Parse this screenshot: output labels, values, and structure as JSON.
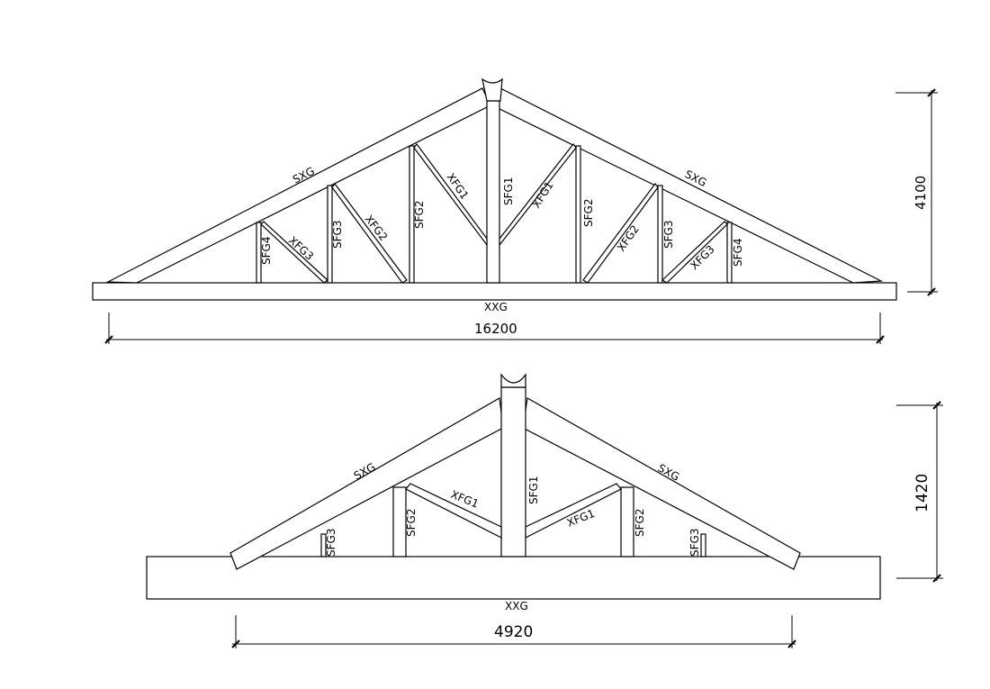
{
  "truss_large": {
    "top_chord_label": "SXG",
    "bottom_chord_label": "XXG",
    "members": [
      "SFG4",
      "XFG3",
      "SFG3",
      "XFG2",
      "SFG2",
      "XFG1",
      "SFG1",
      "XFG1",
      "SFG2",
      "XFG2",
      "SFG3",
      "XFG3",
      "SFG4"
    ],
    "span": "16200",
    "height": "4100"
  },
  "truss_small": {
    "top_chord_label": "SXG",
    "bottom_chord_label": "XXG",
    "members": [
      "SFG3",
      "SFG2",
      "XFG1",
      "SFG1",
      "XFG1",
      "SFG2",
      "SFG3"
    ],
    "span": "4920",
    "height": "1420"
  },
  "colors": {
    "line": "#000000",
    "background": "#ffffff"
  }
}
